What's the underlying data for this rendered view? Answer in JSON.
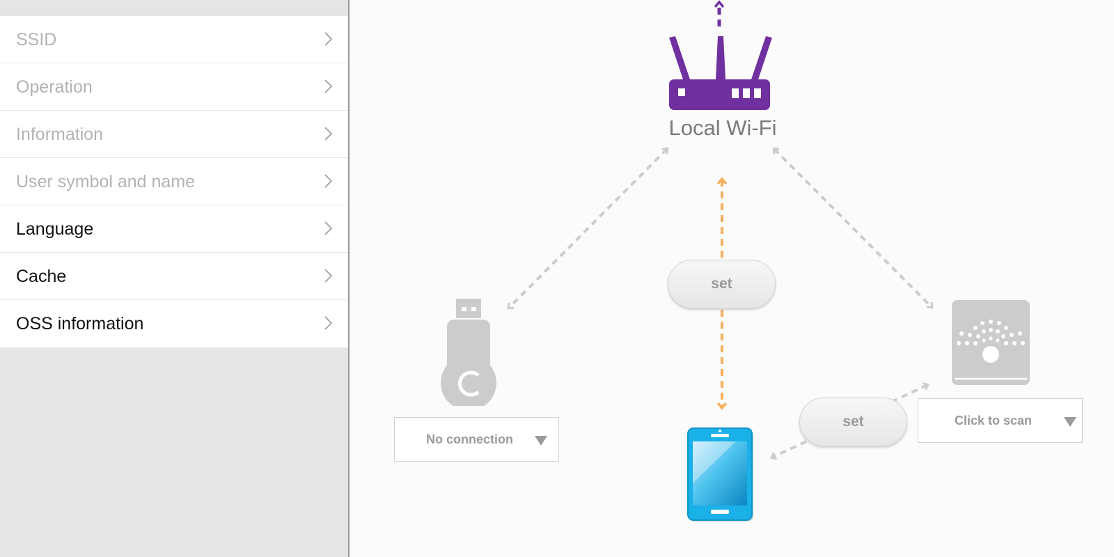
{
  "sidebar": {
    "items": [
      {
        "label": "SSID",
        "state": "disabled"
      },
      {
        "label": "Operation",
        "state": "disabled"
      },
      {
        "label": "Information",
        "state": "disabled"
      },
      {
        "label": "User symbol and name",
        "state": "disabled"
      },
      {
        "label": "Language",
        "state": "enabled"
      },
      {
        "label": "Cache",
        "state": "enabled"
      },
      {
        "label": "OSS information",
        "state": "enabled"
      }
    ]
  },
  "diagram": {
    "router": {
      "label": "Local Wi-Fi",
      "icon": "router-icon",
      "color": "#7030a0"
    },
    "set_button_top": {
      "label": "set"
    },
    "set_button_right": {
      "label": "set"
    },
    "device_left": {
      "icon": "usb-dongle-icon",
      "dropdown_value": "No connection"
    },
    "device_right": {
      "icon": "wireless-receiver-icon",
      "dropdown_value": "Click to scan"
    },
    "device_center": {
      "icon": "smartphone-icon"
    }
  },
  "colors": {
    "accent_purple": "#7030a0",
    "link_orange": "#f7b060",
    "link_gray": "#cccccc",
    "phone_blue": "#1ab0e8",
    "disabled_text": "#b3b3b3"
  }
}
